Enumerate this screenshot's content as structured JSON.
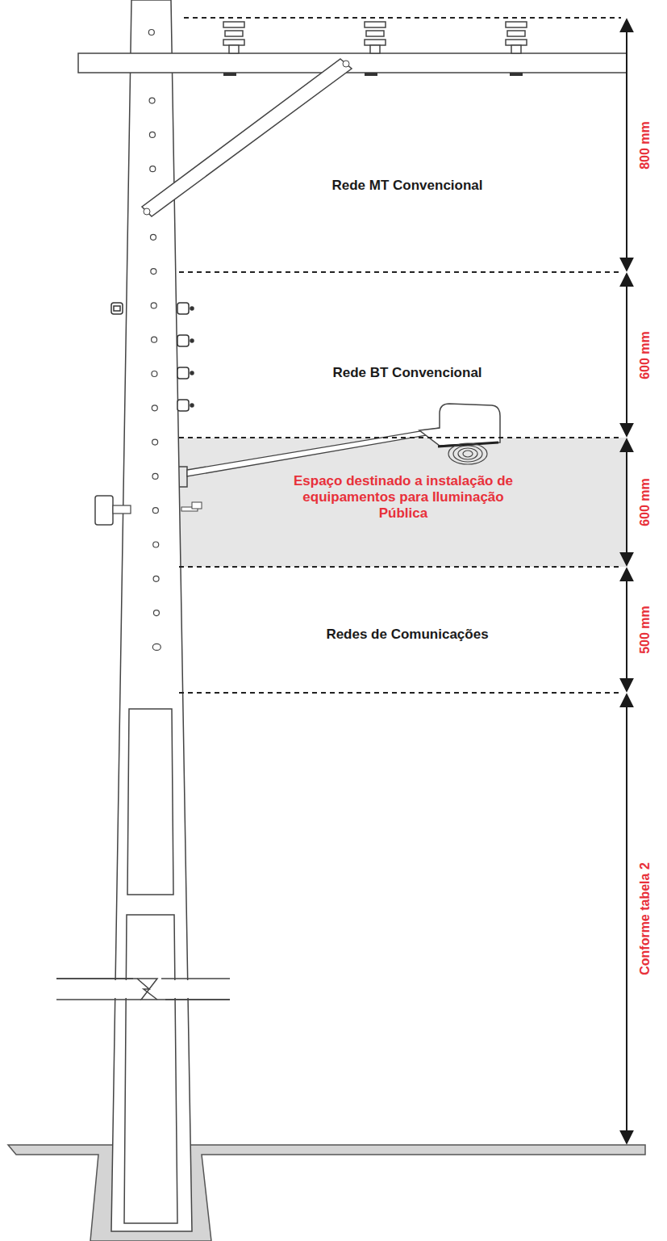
{
  "diagram": {
    "nodes": [
      {
        "text": [
          "Espaço destinado a instalação de equipamentos para Iluminação Pública"
        ]
      }
    ],
    "labels": [
      "Rede MT Convencional",
      "Rede BT Convencional",
      "Redes de Comunicações",
      "800 mm",
      "600 mm",
      "600 mm",
      "500 mm",
      "Conforme tabela 2"
    ]
  }
}
